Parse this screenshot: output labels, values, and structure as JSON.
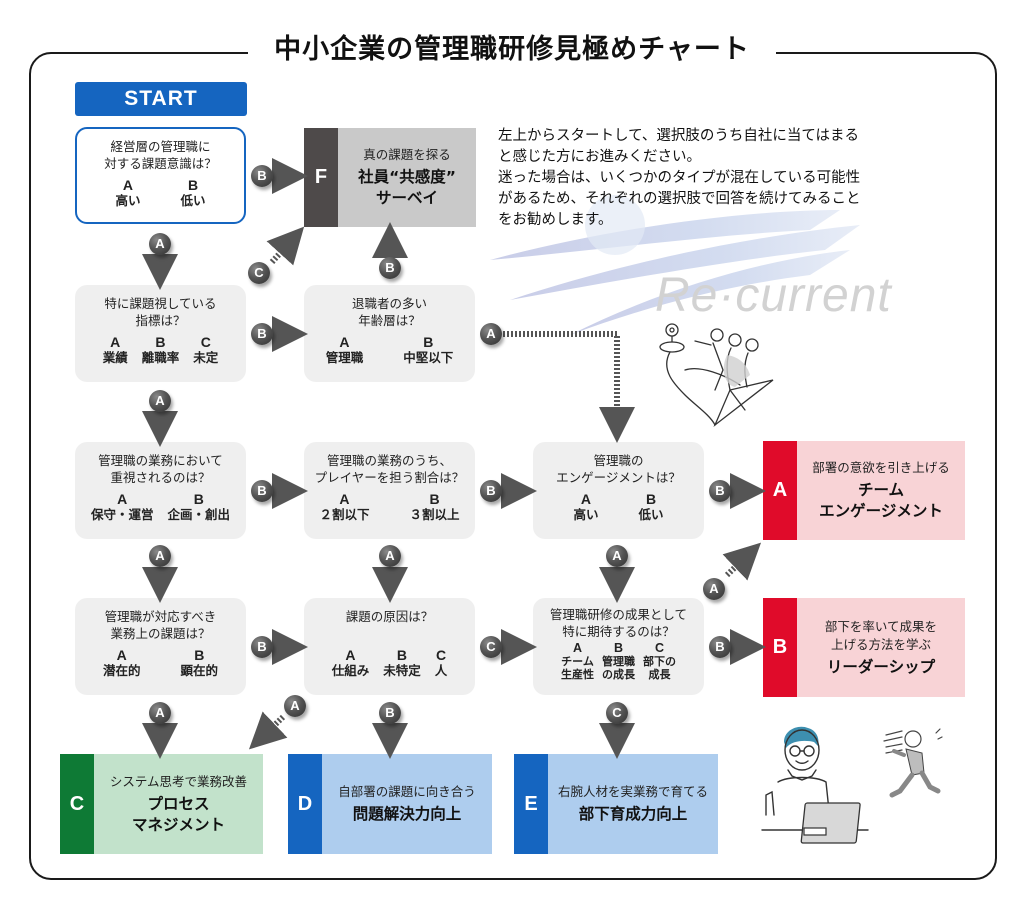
{
  "title": "中小企業の管理職研修見極めチャート",
  "start_label": "START",
  "intro": {
    "lines": [
      "左上からスタートして、選択肢のうち自社に当てはまる",
      "と感じた方にお進みください。",
      "迷った場合は、いくつかのタイプが混在している可能性",
      "があるため、それぞれの選択肢で回答を続けてみること",
      "をお勧めします。"
    ]
  },
  "logo": {
    "text": "Re·current"
  },
  "questions": [
    {
      "id": "q1",
      "text": [
        "経営層の管理職に",
        "対する課題意識は？"
      ],
      "options": [
        {
          "key": "A",
          "label": "高い"
        },
        {
          "key": "B",
          "label": "低い"
        }
      ]
    },
    {
      "id": "q2",
      "text": [
        "特に課題視している",
        "指標は？"
      ],
      "options": [
        {
          "key": "A",
          "label": "業績"
        },
        {
          "key": "B",
          "label": "離職率"
        },
        {
          "key": "C",
          "label": "未定"
        }
      ]
    },
    {
      "id": "q3",
      "text": [
        "退職者の多い",
        "年齢層は？"
      ],
      "options": [
        {
          "key": "A",
          "label": "管理職"
        },
        {
          "key": "B",
          "label": "中堅以下"
        }
      ]
    },
    {
      "id": "q4",
      "text": [
        "管理職の業務において",
        "重視されるのは？"
      ],
      "options": [
        {
          "key": "A",
          "label": "保守・運営"
        },
        {
          "key": "B",
          "label": "企画・創出"
        }
      ]
    },
    {
      "id": "q5",
      "text": [
        "管理職の業務のうち、",
        "プレイヤーを担う割合は？"
      ],
      "options": [
        {
          "key": "A",
          "label": "２割以下"
        },
        {
          "key": "B",
          "label": "３割以上"
        }
      ]
    },
    {
      "id": "q6",
      "text": [
        "管理職の",
        "エンゲージメントは？"
      ],
      "options": [
        {
          "key": "A",
          "label": "高い"
        },
        {
          "key": "B",
          "label": "低い"
        }
      ]
    },
    {
      "id": "q7",
      "text": [
        "管理職が対応すべき",
        "業務上の課題は？"
      ],
      "options": [
        {
          "key": "A",
          "label": "潜在的"
        },
        {
          "key": "B",
          "label": "顕在的"
        }
      ]
    },
    {
      "id": "q8",
      "text": [
        "課題の原因は？",
        ""
      ],
      "options": [
        {
          "key": "A",
          "label": "仕組み"
        },
        {
          "key": "B",
          "label": "未特定"
        },
        {
          "key": "C",
          "label": "人"
        }
      ]
    },
    {
      "id": "q9",
      "text": [
        "管理職研修の成果として",
        "特に期待するのは？"
      ],
      "options": [
        {
          "key": "A",
          "label": "チーム",
          "label2": "生産性"
        },
        {
          "key": "B",
          "label": "管理職",
          "label2": "の成長"
        },
        {
          "key": "C",
          "label": "部下の",
          "label2": "成長"
        }
      ]
    }
  ],
  "results": {
    "F": {
      "key": "F",
      "sub": "真の課題を探る",
      "main": [
        "社員“共感度”",
        "サーベイ"
      ]
    },
    "A": {
      "key": "A",
      "sub": "部署の意欲を引き上げる",
      "main": [
        "チーム",
        "エンゲージメント"
      ]
    },
    "B": {
      "key": "B",
      "sub": [
        "部下を率いて成果を",
        "上げる方法を学ぶ"
      ],
      "main": [
        "リーダーシップ"
      ]
    },
    "C": {
      "key": "C",
      "sub": "システム思考で業務改善",
      "main": [
        "プロセス",
        "マネジメント"
      ]
    },
    "D": {
      "key": "D",
      "sub": "自部署の課題に向き合う",
      "main": [
        "問題解決力向上"
      ]
    },
    "E": {
      "key": "E",
      "sub": "右腕人材を実業務で育てる",
      "main": [
        "部下育成力向上"
      ]
    }
  },
  "badges": {
    "q1_b": "B",
    "q1_a": "A",
    "q1_c": "C",
    "q2_b": "B",
    "q2_a": "A",
    "q3_b": "B",
    "q3_a": "A",
    "q4_b": "B",
    "q4_a": "A",
    "q5_b": "B",
    "q5_a": "A",
    "q6_b": "B",
    "q6_a": "A",
    "q7_b": "B",
    "q7_a": "A",
    "q8_a": "A",
    "q8_b": "B",
    "q8_c": "C",
    "q9_a": "A",
    "q9_b": "B",
    "q9_c": "C"
  },
  "colors": {
    "start_blue": "#1565c0",
    "result_red": "#e00b2a",
    "result_green": "#0e7a35",
    "result_blue": "#1565c0",
    "result_gray": "#4e4a4a",
    "question_bg": "#efefef",
    "arrow": "#555555"
  }
}
